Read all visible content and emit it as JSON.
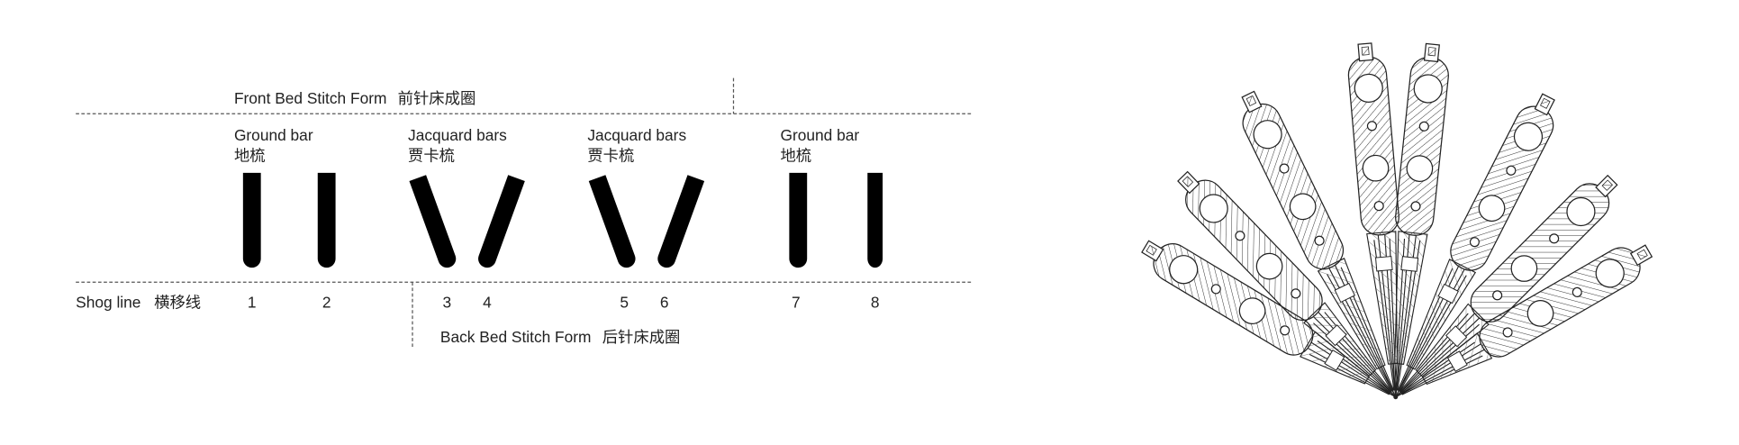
{
  "diagram": {
    "front_bed": {
      "label_en": "Front Bed Stitch Form",
      "label_cn": "前针床成圈"
    },
    "back_bed": {
      "label_en": "Back Bed Stitch Form",
      "label_cn": "后针床成圈"
    },
    "shog_line": {
      "label_en": "Shog line",
      "label_cn": "横移线"
    },
    "bar_groups": [
      {
        "label_en": "Ground bar",
        "label_cn": "地梳"
      },
      {
        "label_en": "Jacquard bars",
        "label_cn": "贾卡梳"
      },
      {
        "label_en": "Jacquard bars",
        "label_cn": "贾卡梳"
      },
      {
        "label_en": "Ground bar",
        "label_cn": "地梳"
      }
    ],
    "guide_numbers": [
      "1",
      "2",
      "3",
      "4",
      "5",
      "6",
      "7",
      "8"
    ]
  },
  "colors": {
    "line": "#333333",
    "background": "#ffffff"
  }
}
